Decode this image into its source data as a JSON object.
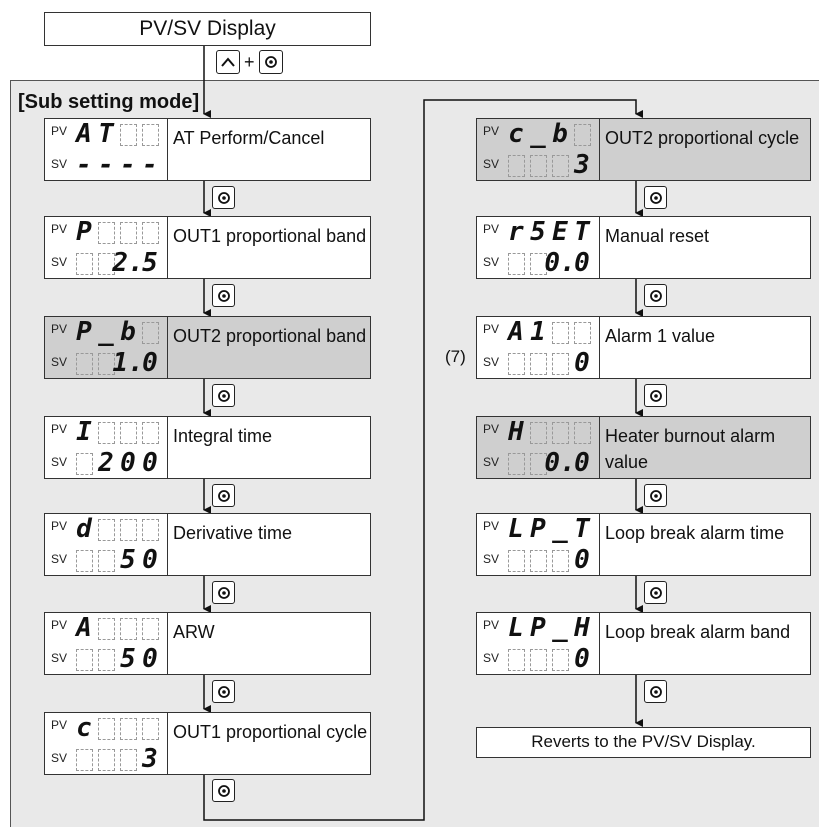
{
  "top_box": "PV/SV Display",
  "combo_plus": "+",
  "mode_title": "[Sub setting mode]",
  "left_steps": [
    {
      "pv": [
        "A",
        "T",
        "",
        ""
      ],
      "sv": [
        "-",
        "-",
        "-",
        "-"
      ],
      "desc": "AT Perform/Cancel",
      "shaded": false
    },
    {
      "pv": [
        "P",
        "",
        "",
        ""
      ],
      "sv": [
        "",
        "",
        "2.",
        "5"
      ],
      "desc": "OUT1 proportional band",
      "shaded": false
    },
    {
      "pv": [
        "P",
        "_",
        "b",
        ""
      ],
      "sv": [
        "",
        "",
        "1.",
        "0"
      ],
      "desc": "OUT2 proportional band",
      "shaded": true
    },
    {
      "pv": [
        "I",
        "",
        "",
        ""
      ],
      "sv": [
        "",
        "2",
        "0",
        "0"
      ],
      "desc": "Integral time",
      "shaded": false
    },
    {
      "pv": [
        "d",
        "",
        "",
        ""
      ],
      "sv": [
        "",
        "",
        "5",
        "0"
      ],
      "desc": "Derivative time",
      "shaded": false
    },
    {
      "pv": [
        "A",
        "",
        "",
        ""
      ],
      "sv": [
        "",
        "",
        "5",
        "0"
      ],
      "desc": "ARW",
      "shaded": false
    },
    {
      "pv": [
        "c",
        "",
        "",
        ""
      ],
      "sv": [
        "",
        "",
        "",
        "3"
      ],
      "desc": "OUT1 proportional cycle",
      "shaded": false
    }
  ],
  "right_steps": [
    {
      "pv": [
        "c",
        "_",
        "b",
        ""
      ],
      "sv": [
        "",
        "",
        "",
        "3"
      ],
      "desc": "OUT2 proportional cycle",
      "shaded": true
    },
    {
      "pv": [
        "r",
        "5",
        "E",
        "T"
      ],
      "sv": [
        "",
        "",
        "0.",
        "0"
      ],
      "desc": "Manual reset",
      "shaded": false
    },
    {
      "pv": [
        "A",
        "1",
        "",
        ""
      ],
      "sv": [
        "",
        "",
        "",
        "0"
      ],
      "desc": "Alarm 1 value",
      "shaded": false
    },
    {
      "pv": [
        "H",
        "",
        "",
        ""
      ],
      "sv": [
        "",
        "",
        "0.",
        "0"
      ],
      "desc": "Heater burnout alarm value",
      "shaded": true
    },
    {
      "pv": [
        "L",
        "P",
        "_",
        "T"
      ],
      "sv": [
        "",
        "",
        "",
        "0"
      ],
      "desc": "Loop break alarm time",
      "shaded": false
    },
    {
      "pv": [
        "L",
        "P",
        "_",
        "H"
      ],
      "sv": [
        "",
        "",
        "",
        "0"
      ],
      "desc": "Loop break alarm band",
      "shaded": false
    }
  ],
  "alarm_note": "(7)",
  "end_box": "Reverts to the PV/SV Display.",
  "pv_label": "PV",
  "sv_label": "SV",
  "key_icon": "mode-key-icon",
  "up_key_icon": "up-key-icon"
}
